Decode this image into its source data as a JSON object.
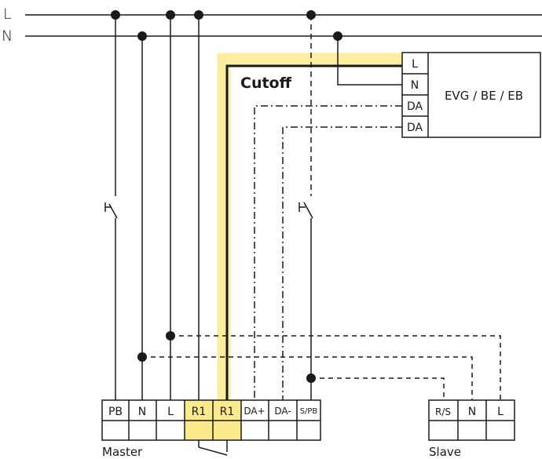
{
  "bus": {
    "line_label": "L",
    "neutral_label": "N"
  },
  "cutoff_label": "Cutoff",
  "device": {
    "label": "EVG / BE / EB",
    "terminals": [
      "L",
      "N",
      "DA",
      "DA"
    ]
  },
  "master": {
    "label": "Master",
    "terminals": [
      "PB",
      "N",
      "L",
      "R1",
      "R1",
      "DA+",
      "DA-",
      "S/PB"
    ]
  },
  "slave": {
    "label": "Slave",
    "terminals": [
      "R/S",
      "N",
      "L"
    ]
  },
  "colors": {
    "wire": "#1a1a1a",
    "highlight": "#fbeea0",
    "highlight_fill": "#fbe98c"
  }
}
